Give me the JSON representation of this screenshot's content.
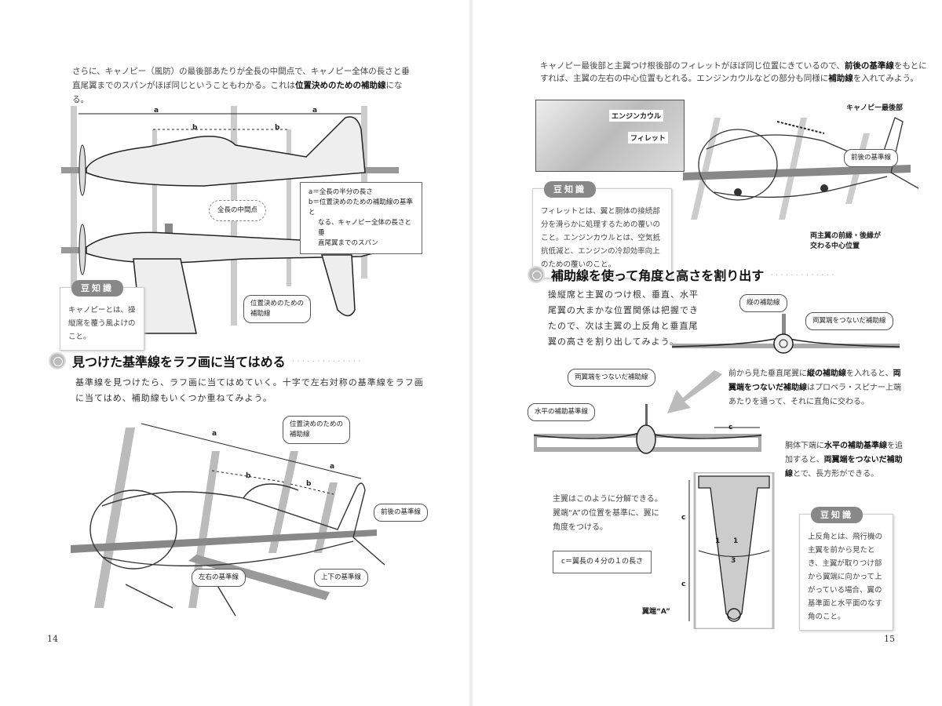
{
  "left": {
    "intro": [
      "さらに、キャノピー（風防）の最後部あたりが全長の中間点で、キャノピー全体の長さと垂直尾翼までのスパンがほぼ同じということもわかる。これは",
      "位置決めのための補助線",
      "になる。"
    ],
    "fig1": {
      "a1": "a",
      "a2": "a",
      "b1": "b",
      "b2": "b",
      "midpoint": "全長の中間点",
      "legend": [
        "a＝全長の半分の長さ",
        "b＝位置決めのための補助線の基準と",
        "なる、キャノピー全体の長さと垂",
        "直尾翼までのスパン"
      ],
      "positioning_line": "位置決めのための\n補助線"
    },
    "tip": {
      "tag": "豆知識",
      "text": "キャノピーとは、操縦席を覆う風よけのこと。"
    },
    "section": {
      "title": "見つけた基準線をラフ画に当てはめる",
      "body": "基準線を見つけたら、ラフ画に当てはめていく。十字で左右対称の基準線をラフ画に当てはめ、補助線もいくつか重ねてみよう。"
    },
    "fig2": {
      "a1": "a",
      "a2": "a",
      "b1": "b",
      "b2": "b",
      "positioning_line": "位置決めのための\n補助線",
      "front_back": "前後の基準線",
      "left_right": "左右の基準線",
      "up_down": "上下の基準線"
    },
    "page_number": "14"
  },
  "right": {
    "intro": [
      "キャノピー最後部と主翼つけ根後部のフィレットがほぼ同じ位置にきているので、",
      "前後の基準線",
      "をもとにすれば、主翼の左右の中心位置もとれる。エンジンカウルなどの部分も同様に",
      "補助線",
      "を入れてみよう。"
    ],
    "fig1": {
      "engine_cowl": "エンジンカウル",
      "fillet": "フィレット",
      "canopy_rear": "キャノピー最後部",
      "front_back": "前後の基準線",
      "center": "両主翼の前縁・後縁が\n交わる中心位置"
    },
    "tip1": {
      "tag": "豆知識",
      "text": "フィレットとは、翼と胴体の接続部分を滑らかに処理するための覆いのこと。エンジンカウルとは、空気抵抗低減と、エンジンの冷却効率向上のための覆いのこと。"
    },
    "section": {
      "title": "補助線を使って角度と高さを割り出す",
      "body": "操縦席と主翼のつけ根、垂直、水平尾翼の大まかな位置関係は把握できたので、次は主翼の上反角と垂直尾翼の高さを割り出してみよう。"
    },
    "fig2": {
      "vertical_line": "縦の補助線",
      "wingtip_line": "両翼端をつないだ補助線",
      "wingtip_line2": "両翼端をつないだ補助線",
      "horizontal_line": "水平の補助基準線",
      "c": "c"
    },
    "para1": [
      "前から見た垂直尾翼に",
      "縦の補助線",
      "を入れると、",
      "両翼端をつないだ補助線",
      "はプロペラ・スピナー上端あたりを通って、それに直角に交わる。"
    ],
    "para2": [
      "胴体下端に",
      "水平の補助基準線",
      "を追加すると、",
      "両翼端をつないだ補助線",
      "とで、長方形ができる。"
    ],
    "para3": "主翼はこのように分解できる。翼端“A”の位置を基準に、翼に角度をつける。",
    "c_def": "c＝翼長の４分の１の長さ",
    "fig3": {
      "c1": "c",
      "c2": "c",
      "n1": "1",
      "n2": "1",
      "n3": "3",
      "tip_a": "翼端“A”"
    },
    "tip2": {
      "tag": "豆知識",
      "text": "上反角とは、飛行機の主翼を前から見たとき、主翼が取りつけ部から翼端に向かって上がっている場合、翼の基準面と水平面のなす角のこと。"
    },
    "page_number": "15"
  }
}
